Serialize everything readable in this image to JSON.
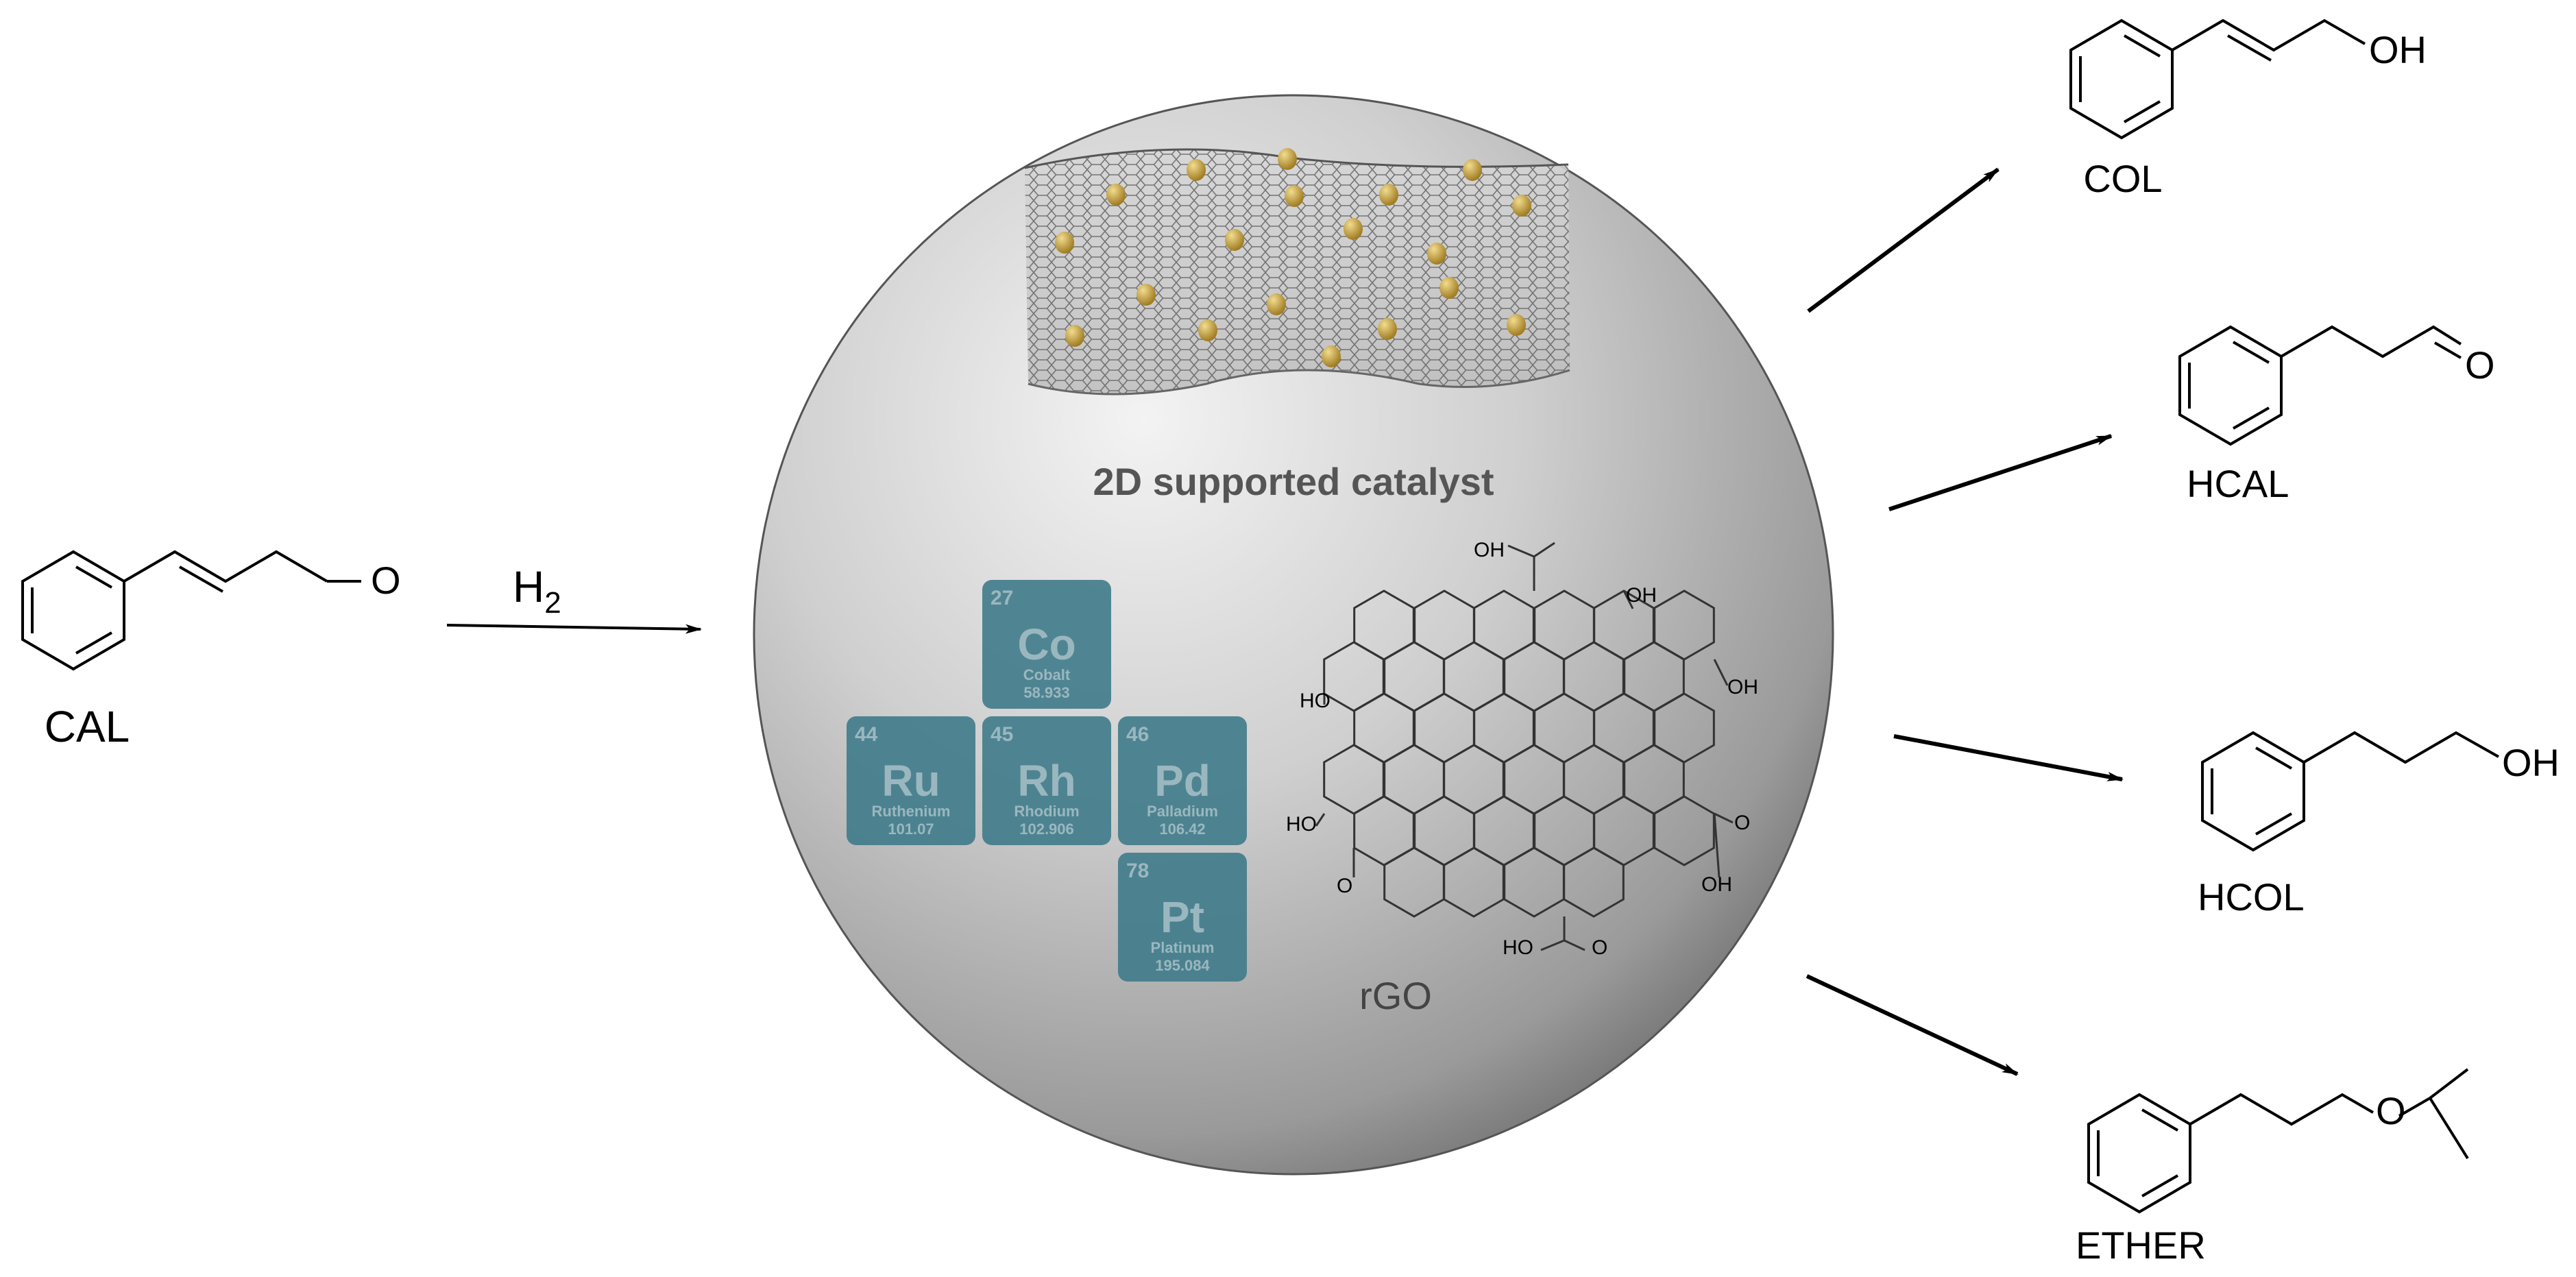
{
  "reactant": {
    "label": "CAL",
    "oxygen": "O"
  },
  "reagent": {
    "text": "H",
    "subscript": "2"
  },
  "catalyst": {
    "title": "2D supported catalyst",
    "support_label": "rGO",
    "groups": {
      "oh": "OH",
      "ho": "HO",
      "o": "O"
    },
    "elements": [
      {
        "number": "27",
        "symbol": "Co",
        "name": "Cobalt",
        "mass": "58.933"
      },
      {
        "number": "44",
        "symbol": "Ru",
        "name": "Ruthenium",
        "mass": "101.07"
      },
      {
        "number": "45",
        "symbol": "Rh",
        "name": "Rhodium",
        "mass": "102.906"
      },
      {
        "number": "46",
        "symbol": "Pd",
        "name": "Palladium",
        "mass": "106.42"
      },
      {
        "number": "78",
        "symbol": "Pt",
        "name": "Platinum",
        "mass": "195.084"
      }
    ]
  },
  "products": [
    {
      "label": "COL",
      "group": "OH"
    },
    {
      "label": "HCAL",
      "group": "O"
    },
    {
      "label": "HCOL",
      "group": "OH"
    },
    {
      "label": "ETHER",
      "group": "O"
    }
  ],
  "colors": {
    "tile": "#3f7b8a",
    "tile_text": "#9ab7c0",
    "nanoparticle": "#c9a23e",
    "sphere": "#c4c4c4"
  }
}
